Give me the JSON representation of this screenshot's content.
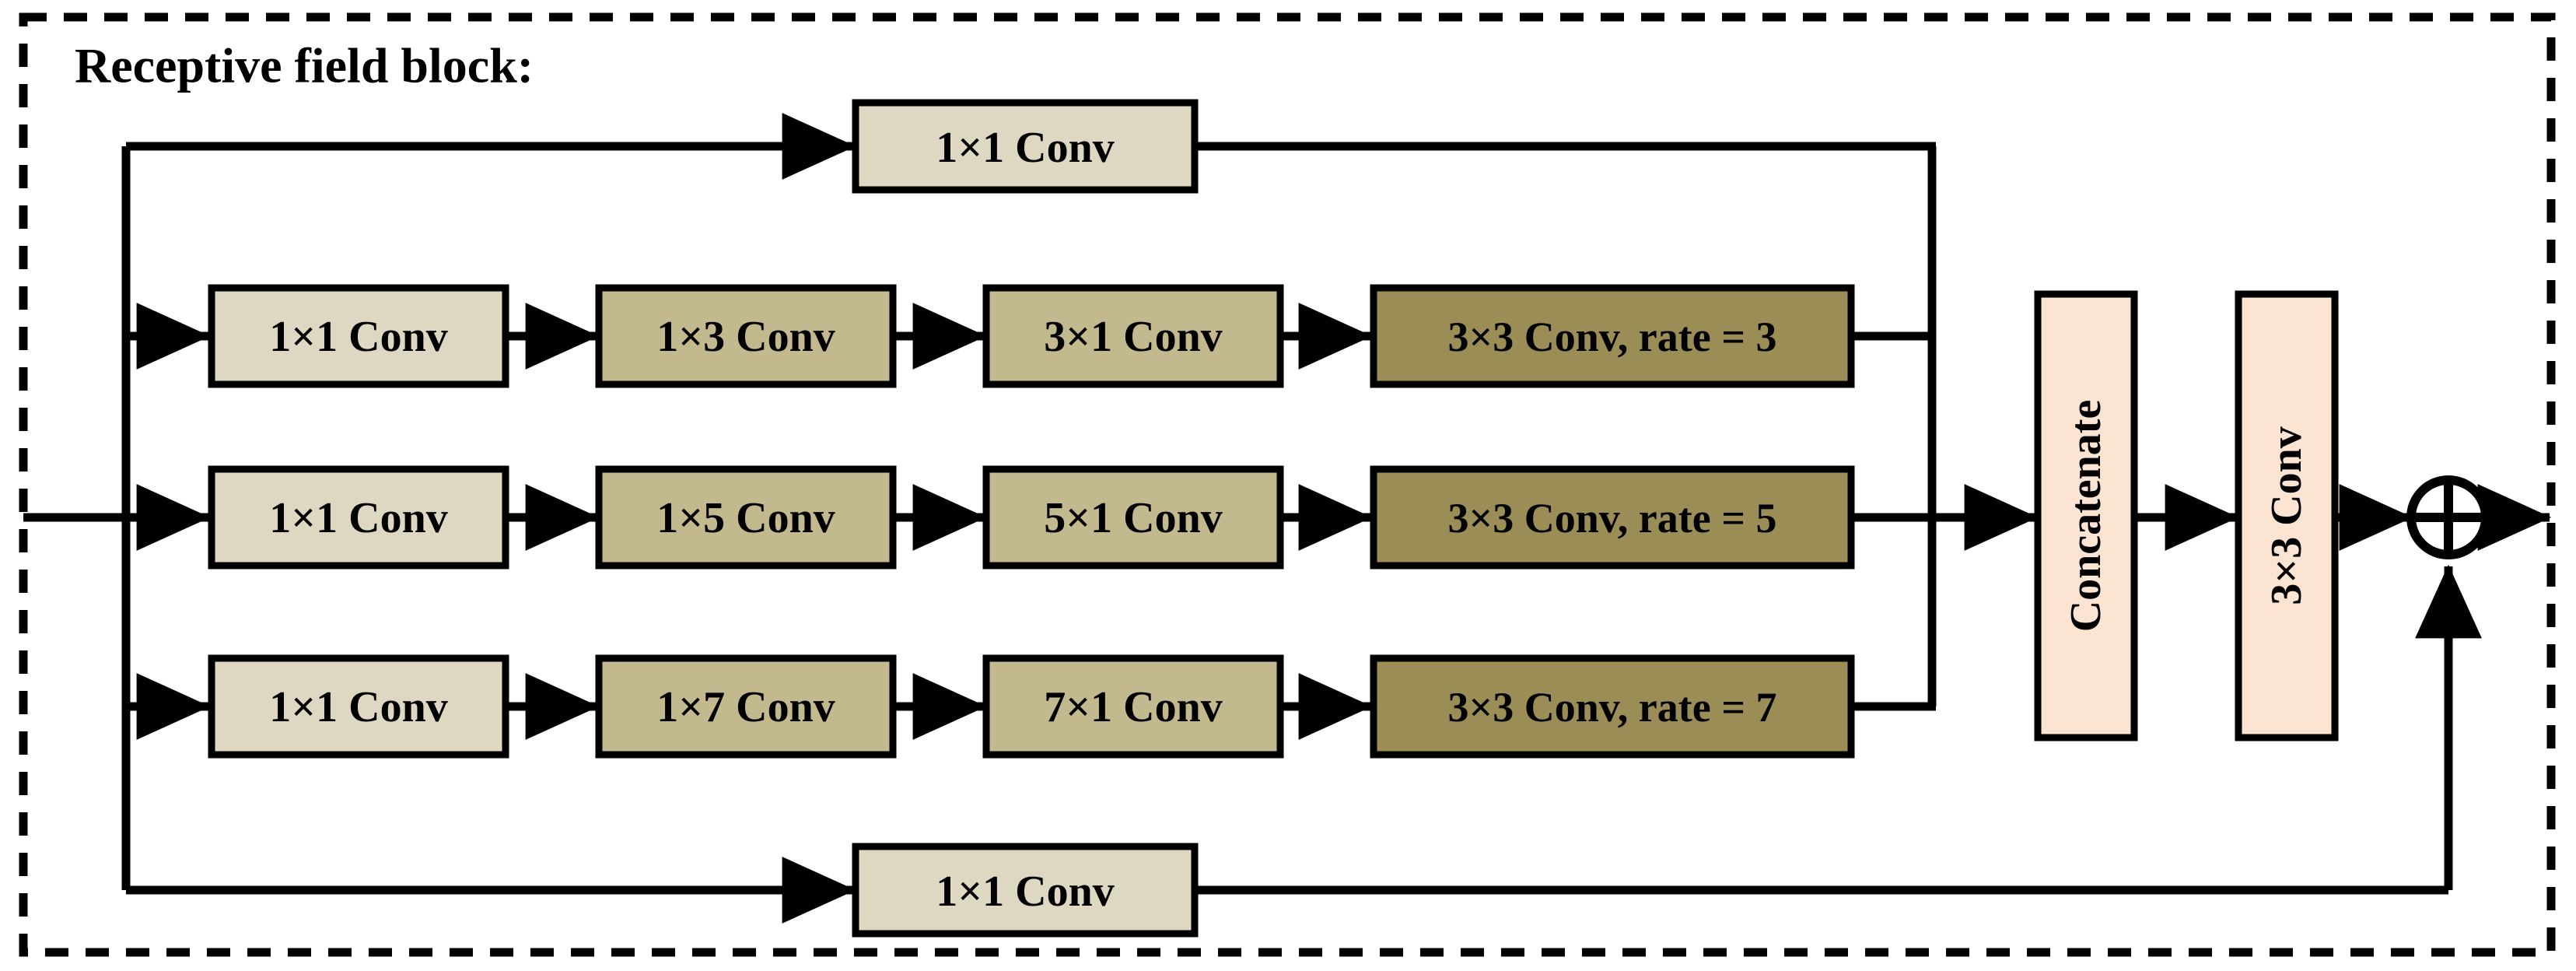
{
  "diagram": {
    "title": "Receptive field block:",
    "frame": {
      "style": "dashed",
      "color": "#000000"
    },
    "palette": {
      "shade_light": "#ded8c3",
      "shade_medium": "#c3b98e",
      "shade_dark": "#9a8d55",
      "shade_peach": "#fbe4d2",
      "line": "#000000",
      "background": "#ffffff"
    },
    "top_branch": {
      "block": {
        "label": "1×1 Conv",
        "fill": "shade_light"
      }
    },
    "branches": [
      {
        "id": "branch-rate-3",
        "blocks": [
          {
            "label": "1×1 Conv",
            "fill": "shade_light"
          },
          {
            "label": "1×3 Conv",
            "fill": "shade_medium"
          },
          {
            "label": "3×1 Conv",
            "fill": "shade_medium"
          },
          {
            "label": "3×3 Conv, rate = 3",
            "fill": "shade_dark"
          }
        ]
      },
      {
        "id": "branch-rate-5",
        "blocks": [
          {
            "label": "1×1 Conv",
            "fill": "shade_light"
          },
          {
            "label": "1×5 Conv",
            "fill": "shade_medium"
          },
          {
            "label": "5×1 Conv",
            "fill": "shade_medium"
          },
          {
            "label": "3×3 Conv, rate = 5",
            "fill": "shade_dark"
          }
        ]
      },
      {
        "id": "branch-rate-7",
        "blocks": [
          {
            "label": "1×1 Conv",
            "fill": "shade_light"
          },
          {
            "label": "1×7 Conv",
            "fill": "shade_medium"
          },
          {
            "label": "7×1 Conv",
            "fill": "shade_medium"
          },
          {
            "label": "3×3 Conv, rate = 7",
            "fill": "shade_dark"
          }
        ]
      }
    ],
    "merge": [
      {
        "id": "concatenate",
        "label": "Concatenate",
        "fill": "shade_peach",
        "orientation": "vertical"
      },
      {
        "id": "conv3x3",
        "label": "3×3 Conv",
        "fill": "shade_peach",
        "orientation": "vertical"
      }
    ],
    "residual_branch": {
      "block": {
        "label": "1×1 Conv",
        "fill": "shade_light"
      }
    },
    "sum_node": {
      "symbol": "⊕",
      "name": "element-wise-addition"
    }
  }
}
